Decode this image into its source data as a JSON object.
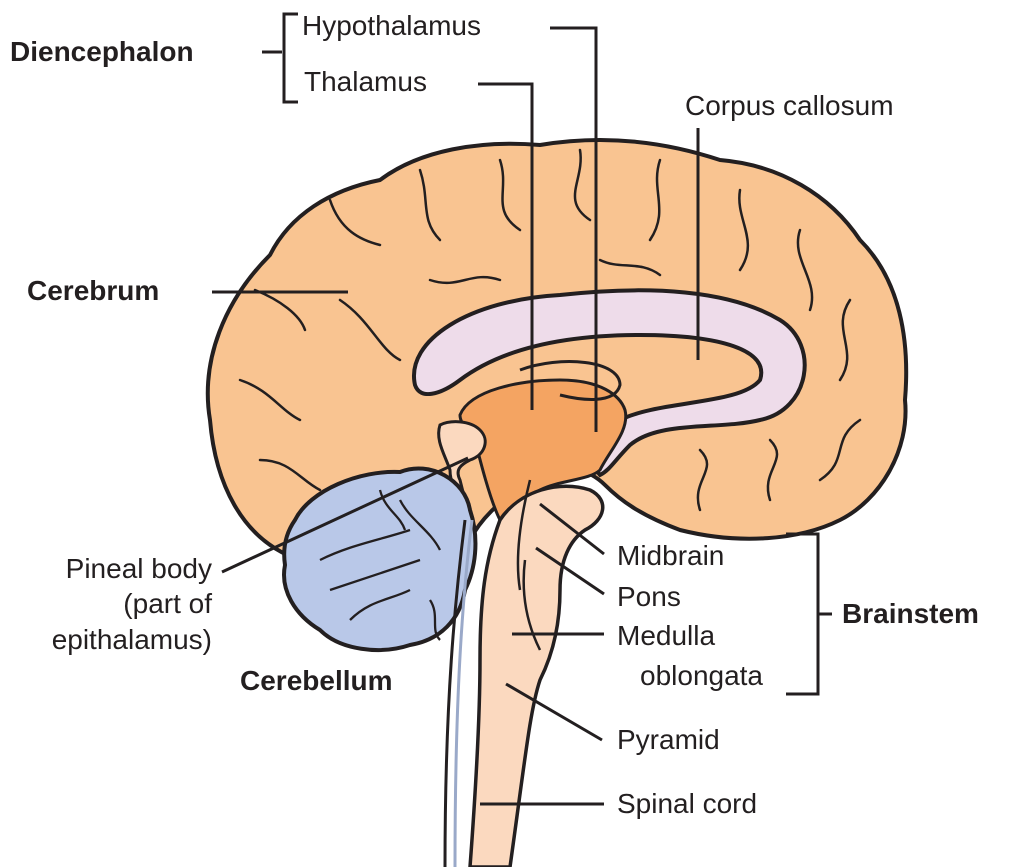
{
  "title": "Sagittal section of the brain",
  "colors": {
    "cerebrum": "#f9c491",
    "cerebrum_shade": "#f3a96b",
    "corpus_callosum": "#eedcea",
    "diencephalon": "#f4a462",
    "brainstem": "#fbd9bf",
    "cerebellum": "#b9c8e8",
    "outline": "#231f20",
    "text": "#231f20"
  },
  "labels": {
    "diencephalon": "Diencephalon",
    "hypothalamus": "Hypothalamus",
    "thalamus": "Thalamus",
    "corpus_callosum": "Corpus callosum",
    "cerebrum": "Cerebrum",
    "pineal_body_line1": "Pineal body",
    "pineal_body_line2": "(part of",
    "pineal_body_line3": "epithalamus)",
    "cerebellum": "Cerebellum",
    "midbrain": "Midbrain",
    "pons": "Pons",
    "medulla_line1": "Medulla",
    "medulla_line2": "oblongata",
    "brainstem": "Brainstem",
    "pyramid": "Pyramid",
    "spinal_cord": "Spinal cord"
  }
}
